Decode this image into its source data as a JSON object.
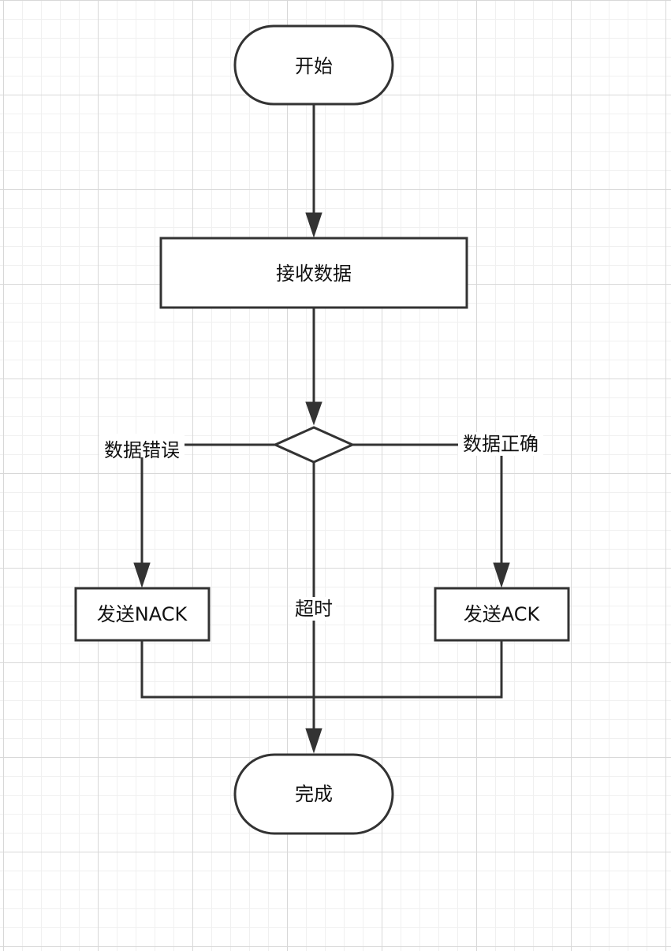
{
  "diagram": {
    "nodes": {
      "start": "开始",
      "receive": "接收数据",
      "send_nack": "发送NACK",
      "send_ack": "发送ACK",
      "done": "完成"
    },
    "edges": {
      "data_error": "数据错误",
      "data_correct": "数据正确",
      "timeout": "超时"
    }
  },
  "colors": {
    "stroke": "#333333",
    "grid": "#d8d8d8",
    "background": "#ffffff"
  }
}
